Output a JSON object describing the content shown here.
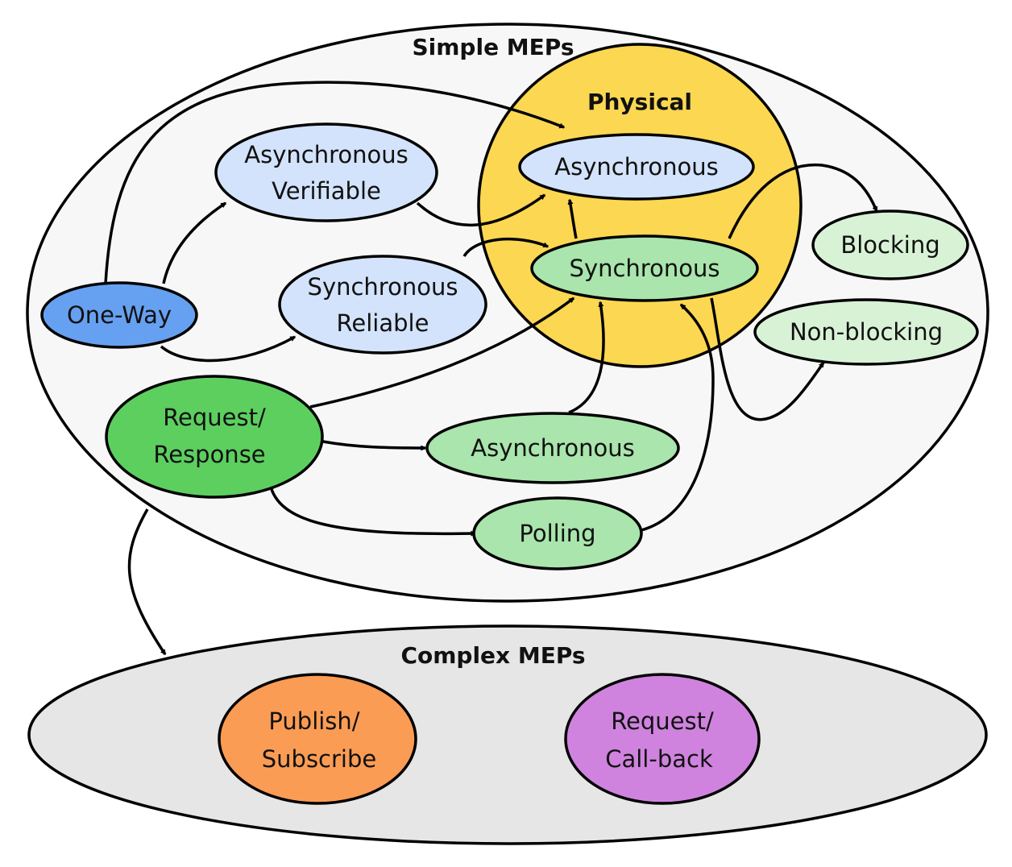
{
  "groups": {
    "simple": {
      "title": "Simple MEPs",
      "fill": "#f7f7f7"
    },
    "physical": {
      "title": "Physical",
      "fill": "#fcd751"
    },
    "complex": {
      "title": "Complex MEPs",
      "fill": "#e6e6e6"
    }
  },
  "nodes": {
    "one_way": {
      "line1": "One-Way",
      "line2": "",
      "fill": "#66a0f0"
    },
    "async_verifiable": {
      "line1": "Asynchronous",
      "line2": "Verifiable",
      "fill": "#d3e3fb"
    },
    "sync_reliable": {
      "line1": "Synchronous",
      "line2": "Reliable",
      "fill": "#d3e3fb"
    },
    "phys_async": {
      "line1": "Asynchronous",
      "line2": "",
      "fill": "#d3e3fb"
    },
    "phys_sync": {
      "line1": "Synchronous",
      "line2": "",
      "fill": "#a9e5ac"
    },
    "blocking": {
      "line1": "Blocking",
      "line2": "",
      "fill": "#d8f2d6"
    },
    "non_blocking": {
      "line1": "Non-blocking",
      "line2": "",
      "fill": "#d8f2d6"
    },
    "request_response": {
      "line1": "Request/",
      "line2": "Response",
      "fill": "#5ccf5f"
    },
    "rr_async": {
      "line1": "Asynchronous",
      "line2": "",
      "fill": "#a9e5ac"
    },
    "polling": {
      "line1": "Polling",
      "line2": "",
      "fill": "#a9e5ac"
    },
    "publish_subscribe": {
      "line1": "Publish/",
      "line2": "Subscribe",
      "fill": "#fb9c55"
    },
    "request_callback": {
      "line1": "Request/",
      "line2": "Call-back",
      "fill": "#d083de"
    }
  },
  "edges": [
    {
      "from": "one_way",
      "to": "phys_async"
    },
    {
      "from": "one_way",
      "to": "async_verifiable"
    },
    {
      "from": "one_way",
      "to": "sync_reliable"
    },
    {
      "from": "async_verifiable",
      "to": "phys_async"
    },
    {
      "from": "sync_reliable",
      "to": "phys_sync"
    },
    {
      "from": "phys_sync",
      "to": "phys_async"
    },
    {
      "from": "phys_sync",
      "to": "blocking"
    },
    {
      "from": "phys_sync",
      "to": "non_blocking"
    },
    {
      "from": "request_response",
      "to": "phys_sync"
    },
    {
      "from": "request_response",
      "to": "rr_async"
    },
    {
      "from": "rr_async",
      "to": "phys_sync"
    },
    {
      "from": "request_response",
      "to": "polling"
    },
    {
      "from": "polling",
      "to": "phys_sync"
    },
    {
      "from": "simple_meps",
      "to": "complex_meps"
    }
  ]
}
